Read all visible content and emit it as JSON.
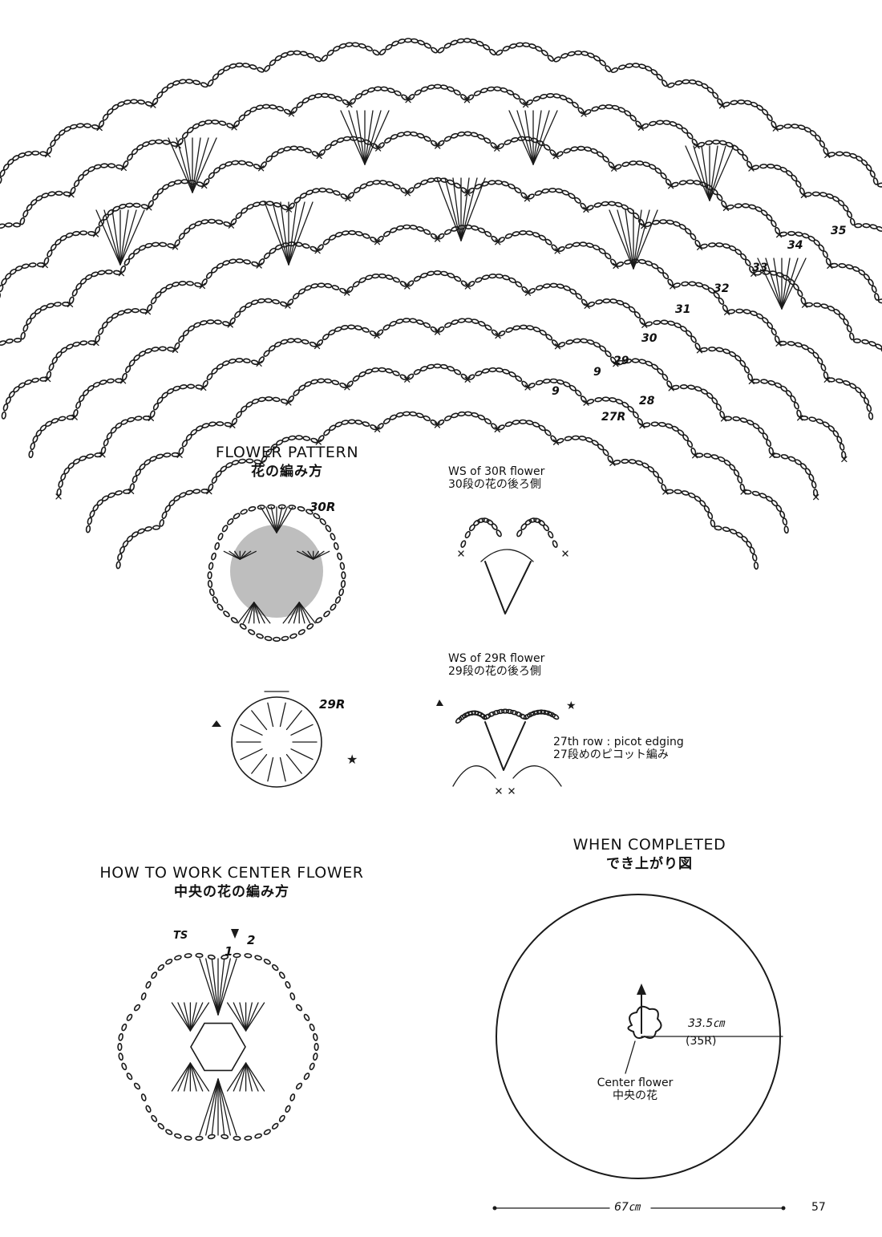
{
  "row_labels": [
    "35",
    "34",
    "33",
    "32",
    "31",
    "30",
    "29",
    "28",
    "27R",
    "9",
    "9"
  ],
  "flower_pattern": {
    "title_en": "FLOWER PATTERN",
    "title_jp": "花の編み方",
    "label_30r": "30R",
    "label_29r": "29R"
  },
  "ws_30r": {
    "en": "WS of 30R flower",
    "jp": "30段の花の後ろ側"
  },
  "ws_29r": {
    "en": "WS of 29R flower",
    "jp": "29段の花の後ろ側"
  },
  "picot": {
    "en": "27th row : picot edging",
    "jp": "27段めのピコット編み"
  },
  "center_flower_pattern": {
    "title_en": "HOW TO WORK CENTER FLOWER",
    "title_jp": "中央の花の編み方",
    "label_ts": "TS",
    "label_1": "1",
    "label_2": "2"
  },
  "completed": {
    "title_en": "WHEN COMPLETED",
    "title_jp": "でき上がり図",
    "radius": "33.5㎝",
    "radius_rows": "(35R)",
    "center_en": "Center flower",
    "center_jp": "中央の花",
    "width": "67㎝"
  },
  "page_number": "57",
  "colors": {
    "ink": "#1a1a1a",
    "shade": "#a8a8a8",
    "paper": "#ffffff"
  }
}
